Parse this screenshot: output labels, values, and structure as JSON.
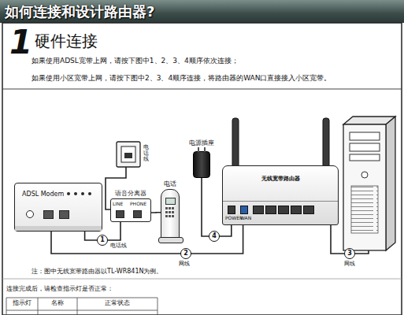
{
  "diagram": {
    "title": "如何连接和设计路由器?",
    "nodes": [
      {
        "text": [
          "ADSL Modem"
        ]
      },
      {
        "text": [
          "语音分离器"
        ]
      },
      {
        "text": [
          "电话"
        ]
      },
      {
        "text": [
          "电源插座"
        ]
      },
      {
        "text": [
          "无线宽带路由器"
        ]
      }
    ],
    "edges": [
      {
        "from": 1,
        "to": 0,
        "arrow": "none",
        "label": "电话线"
      },
      {
        "from": 0,
        "to": 4,
        "arrow": "none",
        "label": "网线"
      },
      {
        "from": 3,
        "to": 4,
        "arrow": "none"
      },
      {
        "from": 2,
        "to": 1,
        "arrow": "none"
      }
    ],
    "labels": [
      "1",
      "硬件连接",
      "如果使用ADSL宽带上网，请按下图中1、2、3、4顺序依次连接；",
      "如果使用小区宽带上网，请按下图中2、3、4顺序连接，将路由器的WAN口直接接入小区宽带。",
      "电话线",
      "LINE",
      "PHONE",
      "POWER",
      "WAN",
      "1",
      "2",
      "3",
      "4",
      "网线",
      "注：图中无线宽带路由器以TL-WR841N为例。",
      "连接完成后，请检查指示灯是否正常：",
      "指示灯",
      "名称",
      "正常状态"
    ]
  }
}
